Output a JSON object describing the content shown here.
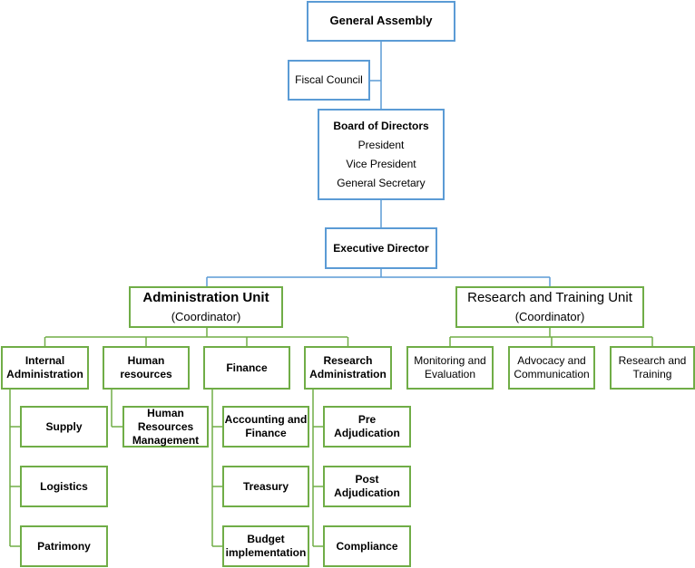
{
  "general_assembly": "General Assembly",
  "fiscal_council": "Fiscal Council",
  "board": {
    "title": "Board of Directors",
    "members": [
      "President",
      "Vice President",
      "General Secretary"
    ]
  },
  "executive_director": "Executive Director",
  "admin_unit": {
    "title": "Administration Unit",
    "subtitle": "(Coordinator)"
  },
  "research_unit": {
    "title": "Research and Training Unit",
    "subtitle": "(Coordinator)"
  },
  "admin_departments": [
    {
      "label": "Internal Administration",
      "lines": [
        "Internal",
        "Administration"
      ],
      "children": [
        {
          "lines": [
            "Supply"
          ]
        },
        {
          "lines": [
            "Logistics"
          ]
        },
        {
          "lines": [
            "Patrimony"
          ]
        }
      ]
    },
    {
      "label": "Human resources",
      "lines": [
        "Human",
        "resources"
      ],
      "children": [
        {
          "lines": [
            "Human",
            "Resources",
            "Management"
          ]
        }
      ]
    },
    {
      "label": "Finance",
      "lines": [
        "Finance"
      ],
      "children": [
        {
          "lines": [
            "Accounting and",
            "Finance"
          ]
        },
        {
          "lines": [
            "Treasury"
          ]
        },
        {
          "lines": [
            "Budget",
            "implementation"
          ]
        }
      ]
    },
    {
      "label": "Research Administration",
      "lines": [
        "Research",
        "Administration"
      ],
      "children": [
        {
          "lines": [
            "Pre",
            "Adjudication"
          ]
        },
        {
          "lines": [
            "Post",
            "Adjudication"
          ]
        },
        {
          "lines": [
            "Compliance"
          ]
        }
      ]
    }
  ],
  "research_departments": [
    {
      "label": "Monitoring and Evaluation",
      "lines": [
        "Monitoring and",
        "Evaluation"
      ]
    },
    {
      "label": "Advocacy and Communication",
      "lines": [
        "Advocacy and",
        "Communication"
      ]
    },
    {
      "label": "Research and Training",
      "lines": [
        "Research and",
        "Training"
      ]
    }
  ],
  "colors": {
    "governance_border": "#5b9bd5",
    "unit_border": "#70ad47"
  }
}
